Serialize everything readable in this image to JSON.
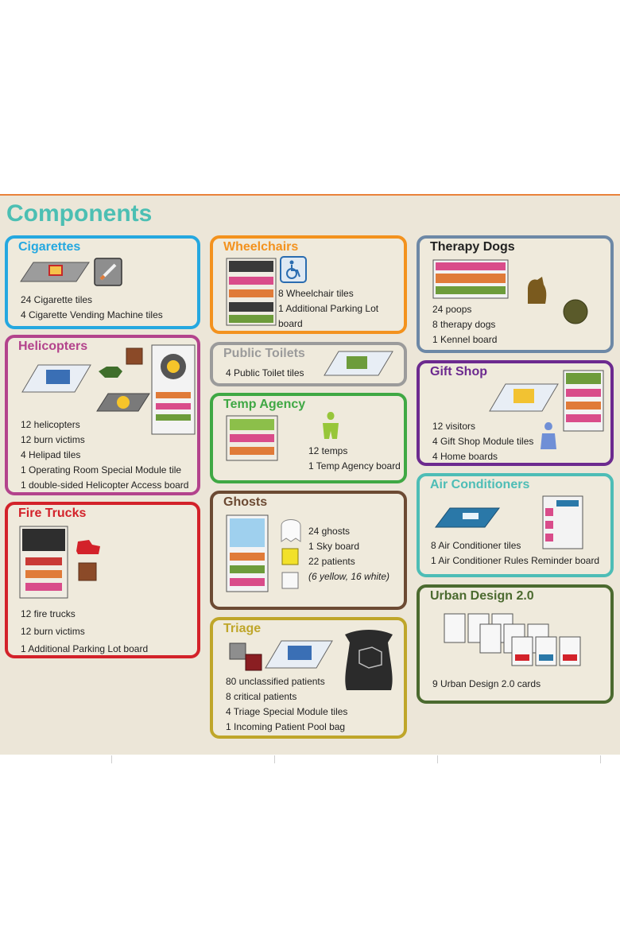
{
  "heading": "Components",
  "colors": {
    "heading": "#4cbfb3",
    "accent_line": "#e9823a",
    "cigarettes": "#25a8e0",
    "helicopters": "#b3438c",
    "fire_trucks": "#d3222a",
    "wheelchairs": "#f3921e",
    "public_toilets": "#9b9b9b",
    "temp_agency": "#3fa844",
    "ghosts": "#6c4a33",
    "triage": "#bfa62a",
    "therapy_dogs": "#6d88a6",
    "gift_shop": "#6c2a8f",
    "air_conditioners": "#4dbdb6",
    "urban_design": "#4b6a2f"
  },
  "cigarettes": {
    "title": "Cigarettes",
    "items": [
      "24 Cigarette tiles",
      "4 Cigarette Vending Machine tiles"
    ]
  },
  "helicopters": {
    "title": "Helicopters",
    "items": [
      "12 helicopters",
      "12 burn victims",
      "4 Helipad tiles",
      "1 Operating Room Special Module tile",
      "1 double-sided Helicopter Access board"
    ]
  },
  "fire_trucks": {
    "title": "Fire Trucks",
    "items": [
      "12 fire trucks",
      "12 burn victims",
      "1 Additional Parking Lot board"
    ]
  },
  "wheelchairs": {
    "title": "Wheelchairs",
    "items": [
      "8 Wheelchair tiles",
      "1 Additional Parking Lot",
      "board"
    ]
  },
  "public_toilets": {
    "title": "Public Toilets",
    "items": [
      "4 Public Toilet tiles"
    ]
  },
  "temp_agency": {
    "title": "Temp Agency",
    "items": [
      "12 temps",
      "1 Temp Agency board"
    ]
  },
  "ghosts": {
    "title": "Ghosts",
    "items": [
      "24 ghosts",
      "1 Sky board",
      "22 patients"
    ],
    "note": "(6 yellow, 16 white)"
  },
  "triage": {
    "title": "Triage",
    "items": [
      "80 unclassified patients",
      "8 critical patients",
      "4 Triage Special Module tiles",
      "1 Incoming Patient Pool bag"
    ]
  },
  "therapy_dogs": {
    "title": "Therapy Dogs",
    "items": [
      "24 poops",
      "8 therapy dogs",
      "1 Kennel board"
    ]
  },
  "gift_shop": {
    "title": "Gift Shop",
    "items": [
      "12 visitors",
      "4 Gift Shop Module tiles",
      "4 Home boards"
    ]
  },
  "air_conditioners": {
    "title": "Air Conditioners",
    "items": [
      "8 Air Conditioner tiles",
      "1 Air Conditioner Rules Reminder board"
    ]
  },
  "urban_design": {
    "title": "Urban Design 2.0",
    "items": [
      "9 Urban Design 2.0 cards"
    ]
  }
}
